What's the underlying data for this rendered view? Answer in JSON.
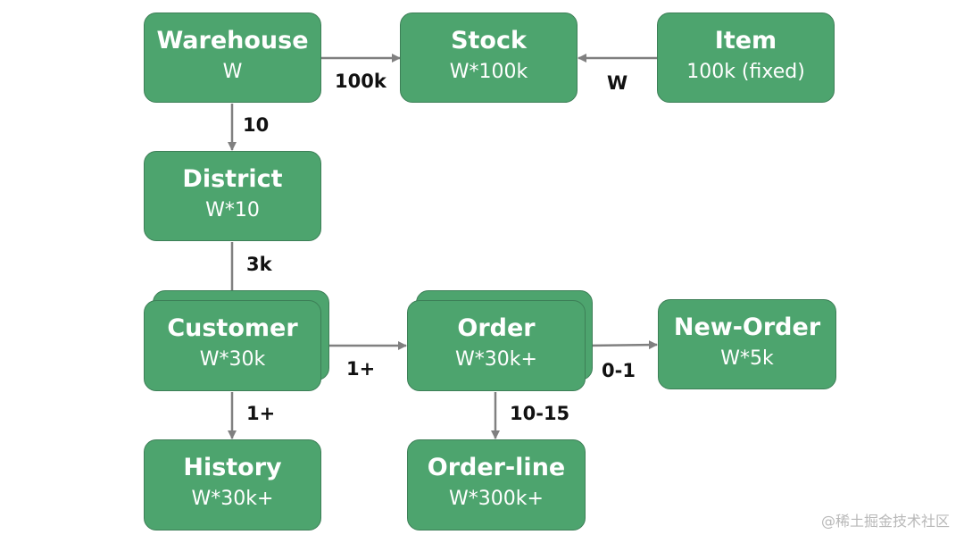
{
  "entities": {
    "warehouse": {
      "name": "Warehouse",
      "count": "W"
    },
    "stock": {
      "name": "Stock",
      "count": "W*100k"
    },
    "item": {
      "name": "Item",
      "count": "100k (fixed)"
    },
    "district": {
      "name": "District",
      "count": "W*10"
    },
    "customer": {
      "name": "Customer",
      "count": "W*30k"
    },
    "order": {
      "name": "Order",
      "count": "W*30k+"
    },
    "new_order": {
      "name": "New-Order",
      "count": "W*5k"
    },
    "history": {
      "name": "History",
      "count": "W*30k+"
    },
    "order_line": {
      "name": "Order-line",
      "count": "W*300k+"
    }
  },
  "relations": {
    "warehouse_stock": "100k",
    "item_stock": "W",
    "warehouse_district": "10",
    "district_customer": "3k",
    "customer_order": "1+",
    "order_new_order": "0-1",
    "customer_history": "1+",
    "order_order_line": "10-15"
  },
  "watermark": "@稀土掘金技术社区",
  "colors": {
    "box_fill": "#4da46e",
    "box_border": "#3d7f57",
    "arrow": "#808080",
    "label": "#111111"
  }
}
